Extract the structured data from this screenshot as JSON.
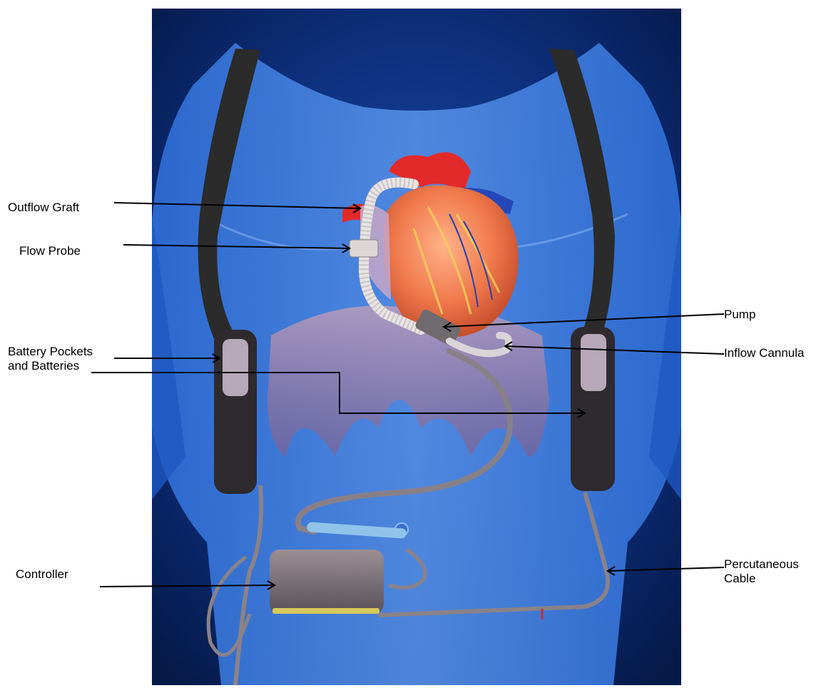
{
  "labels": {
    "outflow_graft": "Outflow Graft",
    "flow_probe": "Flow Probe",
    "battery_pockets": "Battery Pockets\nand Batteries",
    "controller": "Controller",
    "pump": "Pump",
    "inflow_cannula": "Inflow Cannula",
    "percutaneous_cable": "Percutaneous\nCable"
  }
}
